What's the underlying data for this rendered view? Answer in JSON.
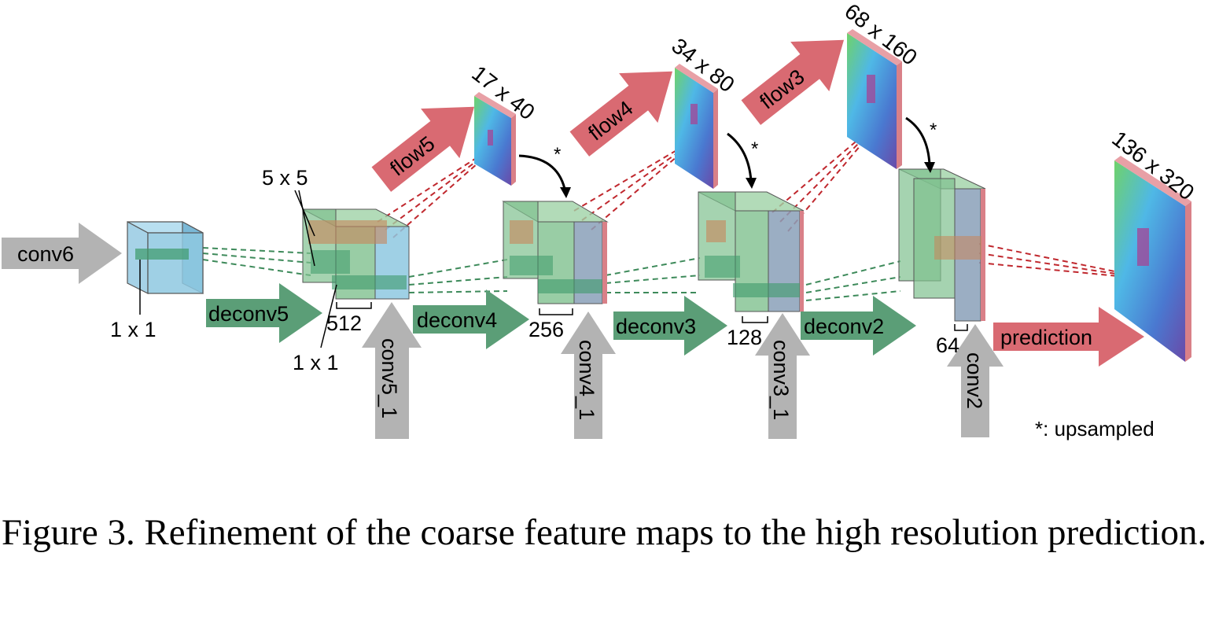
{
  "diagram": {
    "arrows": {
      "conv6": "conv6",
      "deconv5": "deconv5",
      "deconv4": "deconv4",
      "deconv3": "deconv3",
      "deconv2": "deconv2",
      "conv5_1": "conv5_1",
      "conv4_1": "conv4_1",
      "conv3_1": "conv3_1",
      "conv2": "conv2",
      "flow5": "flow5",
      "flow4": "flow4",
      "flow3": "flow3",
      "prediction": "prediction"
    },
    "sizes": {
      "s17x40": "17 x 40",
      "s34x80": "34 x 80",
      "s68x160": "68 x 160",
      "s136x320": "136 x 320"
    },
    "kernels": {
      "k5x5": "5 x 5",
      "k1x1_a": "1 x 1",
      "k1x1_b": "1 x 1"
    },
    "channels": {
      "c512": "512",
      "c256": "256",
      "c128": "128",
      "c64": "64"
    },
    "stars": {
      "a": "*",
      "b": "*",
      "c": "*"
    },
    "footnote": "*: upsampled",
    "colors": {
      "gray_arrow": "#b3b3b3",
      "green_arrow": "#5b9e77",
      "red_arrow": "#d96a72",
      "cube_blue": "#8ec8e0",
      "cube_green": "#7fc18f",
      "dash_green": "#3d8a5a",
      "dash_red": "#c0282e"
    }
  },
  "caption": "Figure 3. Refinement of the coarse feature maps to the high resolution prediction."
}
